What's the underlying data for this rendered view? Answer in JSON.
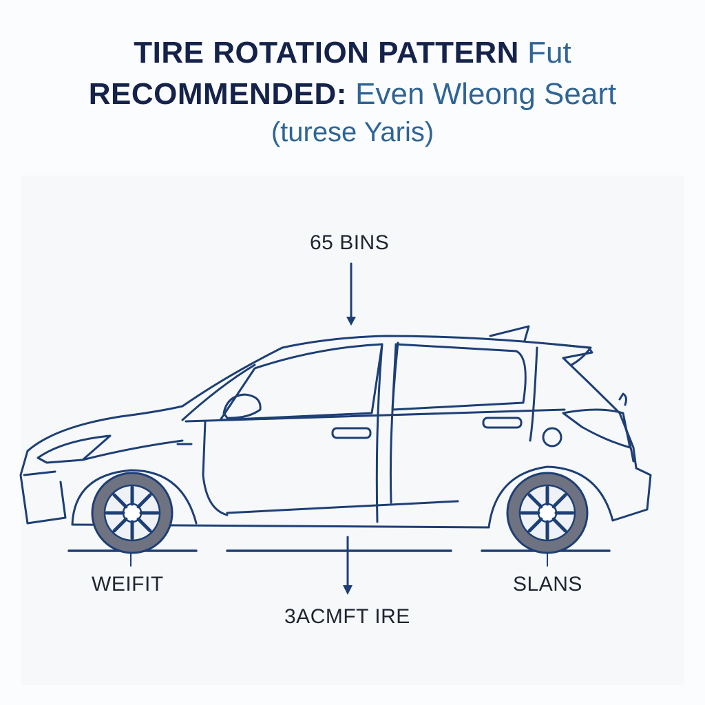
{
  "title": {
    "line1_bold": "TIRE ROTATION PATTERN",
    "line1_light": "Fut",
    "line2_bold": "RECOMMENDED:",
    "line2_light": "Even Wleong Seart",
    "line3": "(turese Yaris)"
  },
  "labels": {
    "top": "65 BINS",
    "left": "WEIFIT",
    "right": "SLANS",
    "bottom": "3ACMFT IRE"
  },
  "colors": {
    "title_dark": "#15234a",
    "title_blue": "#2f6596",
    "line": "#1d3f74",
    "tire": "#6f7281",
    "text": "#1f2530"
  }
}
